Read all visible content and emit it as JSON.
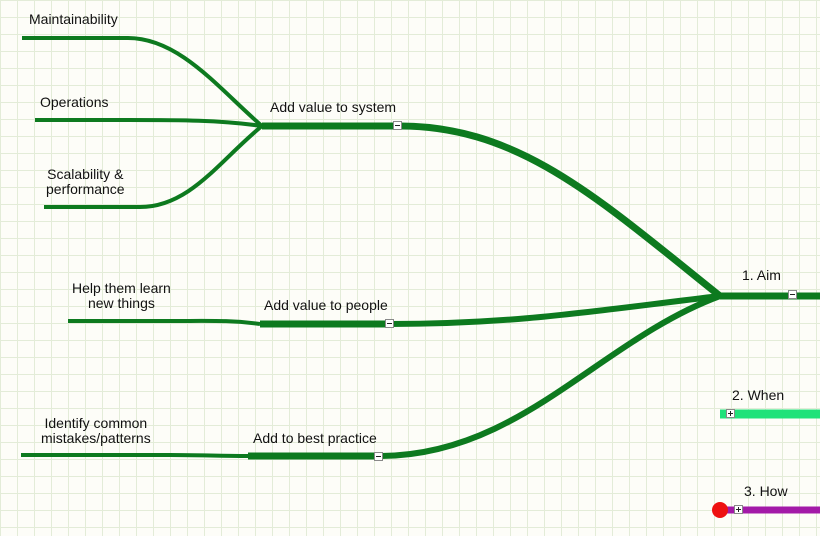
{
  "branches": {
    "aim": {
      "label": "1. Aim",
      "color": "#0d7a1f",
      "toggle": "collapse"
    },
    "when": {
      "label": "2. When",
      "color": "#1fe27a",
      "toggle": "expand"
    },
    "how": {
      "label": "3. How",
      "color": "#a31aa8",
      "toggle": "expand",
      "marker_color": "#ee1111"
    }
  },
  "subtopics": {
    "system": {
      "label": "Add value to system",
      "toggle": "collapse"
    },
    "people": {
      "label": "Add value to people",
      "toggle": "collapse"
    },
    "practice": {
      "label": "Add to best practice",
      "toggle": "collapse"
    }
  },
  "leaves": {
    "maintainability": "Maintainability",
    "operations": "Operations",
    "scalability": "Scalability &\nperformance",
    "learn": "Help them learn\nnew things",
    "mistakes": "Identify common\nmistakes/patterns"
  }
}
